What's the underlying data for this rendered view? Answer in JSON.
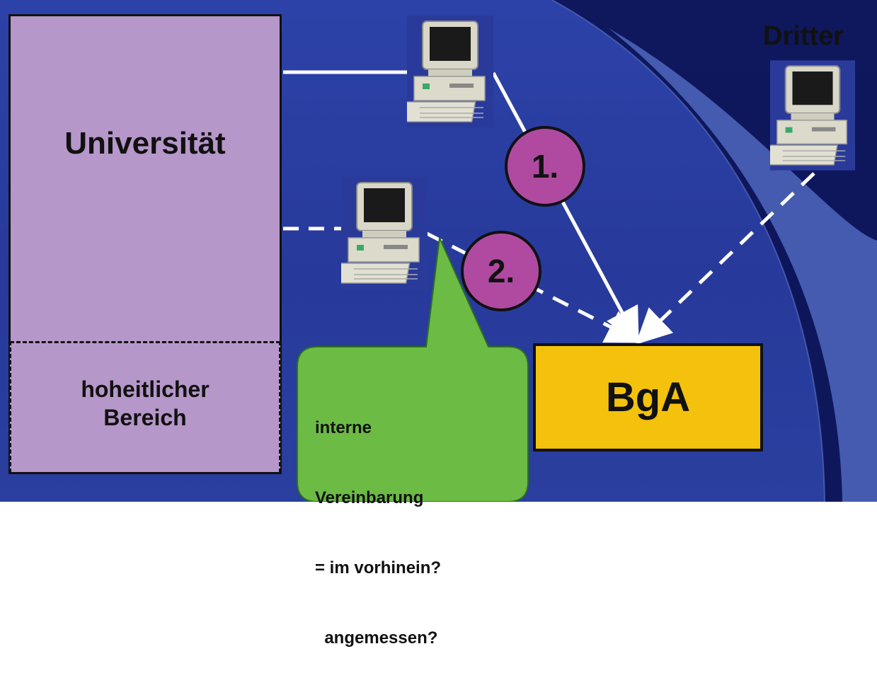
{
  "nodes": {
    "universitaet": "Universität",
    "hoheitlich_line1": "hoheitlicher",
    "hoheitlich_line2": "Bereich",
    "bga": "BgA",
    "dritter": "Dritter"
  },
  "steps": [
    {
      "label": "1."
    },
    {
      "label": "2."
    }
  ],
  "note": {
    "line1": "interne",
    "line2": "Vereinbarung",
    "line3": "= im vorhinein?",
    "line4": "  angemessen?"
  },
  "colors": {
    "background": "#2b40a3",
    "universitaet_fill": "#b597c9",
    "step_circle": "#b04aa0",
    "bga_fill": "#f4c20d",
    "callout_fill": "#6cbb45",
    "connector": "#ffffff"
  }
}
